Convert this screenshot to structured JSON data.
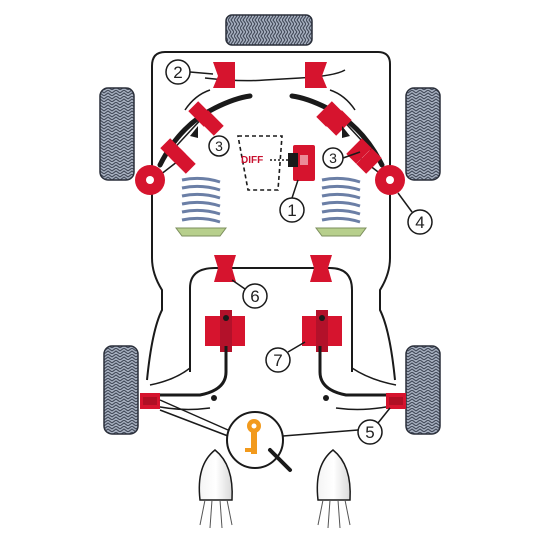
{
  "diagram": {
    "diff_label": "DIFF",
    "callouts": [
      "1",
      "2",
      "3",
      "3",
      "4",
      "5",
      "6",
      "7"
    ]
  },
  "colors": {
    "bush_red": "#d6142e",
    "bush_dark": "#8a0a1a",
    "tyre_fill": "#9aa4b5",
    "tyre_dark": "#2a2f3a",
    "spring": "#6b7fa6",
    "spring_seat": "#b7cf8c",
    "line": "#1a1a1a",
    "key_orange": "#f29a1d"
  }
}
